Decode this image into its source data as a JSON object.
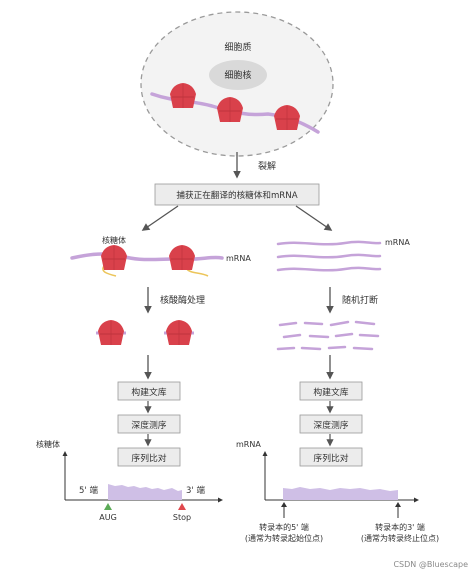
{
  "cell": {
    "cytoplasm": "细胞质",
    "nucleus": "细胞核"
  },
  "steps": {
    "lysis": "裂解",
    "capture": "捕获正在翻译的核糖体和mRNA",
    "nuclease": "核酸酶处理",
    "random_break": "随机打断"
  },
  "labels": {
    "ribosome": "核糖体",
    "mrna": "mRNA"
  },
  "left_flow": [
    "构建文库",
    "深度测序",
    "序列比对"
  ],
  "right_flow": [
    "构建文库",
    "深度测序",
    "序列比对"
  ],
  "left_plot": {
    "ylabel": "核糖体",
    "five_prime": "5' 端",
    "three_prime": "3' 端",
    "start_marker": "AUG",
    "stop_marker": "Stop"
  },
  "right_plot": {
    "ylabel": "mRNA",
    "left_note_line1": "转录本的5' 端",
    "left_note_line2": "(通常为转录起始位点)",
    "right_note_line1": "转录本的3' 端",
    "right_note_line2": "(通常为转录终止位点)"
  },
  "watermark": "CSDN @Bluescape",
  "colors": {
    "ribosome": "#d9414b",
    "mrna": "#c5a3d9",
    "fragment": "#ecc55a",
    "box_fill": "#ececec",
    "start": "#5cab57",
    "stop": "#e0484d",
    "coverage": "#cfbfe6"
  }
}
